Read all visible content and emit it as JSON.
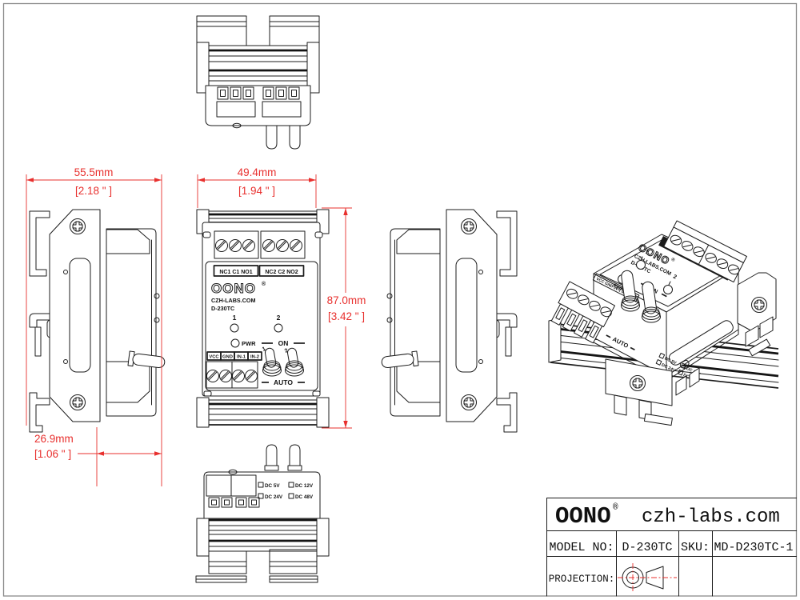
{
  "colors": {
    "line": "#1c1c1c",
    "dimension_red": "#e8302e",
    "page_border_gray": "#8a8a8a",
    "dark_fill": "#1b1b1b"
  },
  "dimensions": {
    "side_width_mm": "55.5mm",
    "side_width_in": "[2.18 \" ]",
    "front_width_mm": "49.4mm",
    "front_width_in": "[1.94 \" ]",
    "height_mm": "87.0mm",
    "height_in": "[3.42 \" ]",
    "depth_mm": "26.9mm",
    "depth_in": "[1.06 \" ]"
  },
  "module": {
    "brand": "OONO",
    "reg": "®",
    "website": "CZH-LABS.COM",
    "model": "D-230TC",
    "relay1": "NC1 C1 NO1",
    "relay2": "NC2 C2 NO2",
    "ch1": "1",
    "ch2": "2",
    "pwr": "PWR",
    "on": "ON",
    "auto": "AUTO",
    "in1": "VCC",
    "in2": "GND",
    "in3": "IN-1",
    "in4": "IN-2",
    "input_strip": "VCC GND IN-1 IN-2",
    "v1": "DC 5V",
    "v2": "DC 12V",
    "v3": "DC 24V",
    "v4": "DC 48V"
  },
  "title_block": {
    "brand": "OONO",
    "reg": "®",
    "website": "czh-labs.com",
    "model_label": "MODEL NO:",
    "model": "D-230TC",
    "sku_label": "SKU:",
    "sku": "MD-D230TC-1",
    "projection_label": "PROJECTION:"
  }
}
